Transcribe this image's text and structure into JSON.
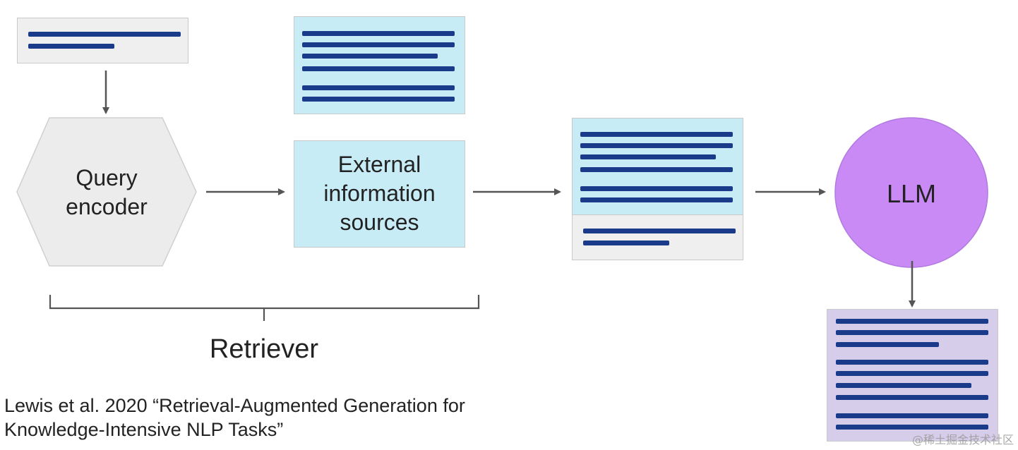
{
  "colors": {
    "bar": "#1a3a8a",
    "query_doc_bg": "#efefef",
    "context_bg": "#c8ecf6",
    "hexagon_fill": "#ececec",
    "llm_fill": "#c98af5",
    "output_bg": "#d6cdea",
    "arrow": "#555555"
  },
  "nodes": {
    "query_encoder": {
      "line1": "Query",
      "line2": "encoder"
    },
    "external_sources": {
      "line1": "External",
      "line2": "information",
      "line3": "sources"
    },
    "llm": {
      "label": "LLM"
    }
  },
  "retriever_label": "Retriever",
  "citation": {
    "line1": "Lewis et al. 2020 “Retrieval-Augmented Generation for",
    "line2": "Knowledge-Intensive NLP Tasks”"
  },
  "watermark": "@稀土掘金技术社区"
}
